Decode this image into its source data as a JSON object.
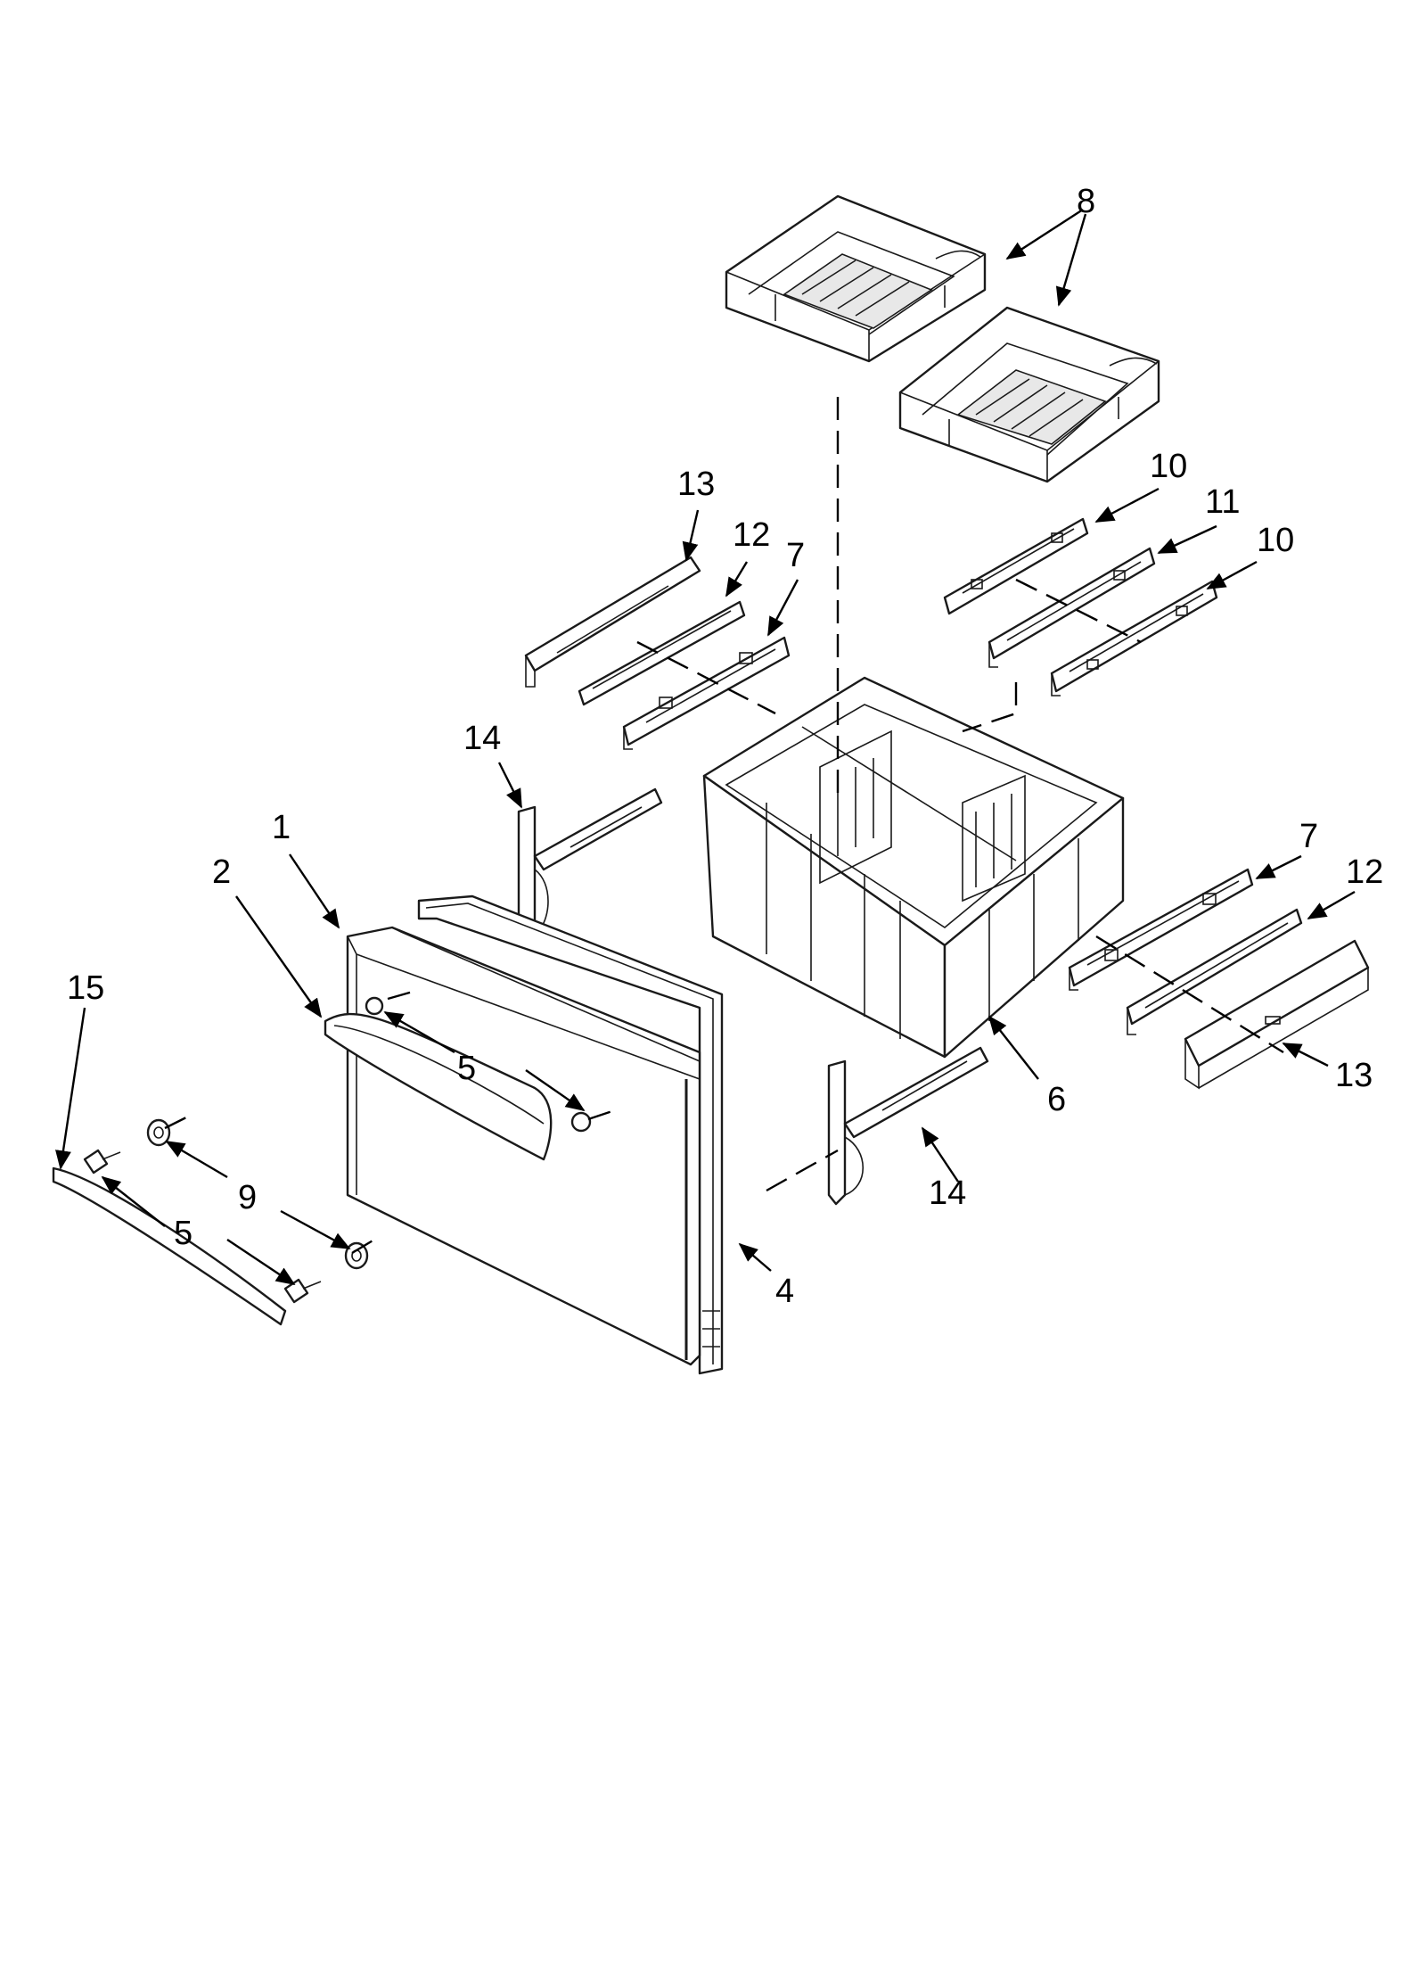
{
  "callouts": [
    {
      "id": "c8",
      "label": "8"
    },
    {
      "id": "c13a",
      "label": "13"
    },
    {
      "id": "c12a",
      "label": "12"
    },
    {
      "id": "c7a",
      "label": "7"
    },
    {
      "id": "c10a",
      "label": "10"
    },
    {
      "id": "c11",
      "label": "11"
    },
    {
      "id": "c10b",
      "label": "10"
    },
    {
      "id": "c14a",
      "label": "14"
    },
    {
      "id": "c1",
      "label": "1"
    },
    {
      "id": "c2",
      "label": "2"
    },
    {
      "id": "c7b",
      "label": "7"
    },
    {
      "id": "c12b",
      "label": "12"
    },
    {
      "id": "c15",
      "label": "15"
    },
    {
      "id": "c5a",
      "label": "5"
    },
    {
      "id": "c6",
      "label": "6"
    },
    {
      "id": "c13b",
      "label": "13"
    },
    {
      "id": "c9",
      "label": "9"
    },
    {
      "id": "c14b",
      "label": "14"
    },
    {
      "id": "c5b",
      "label": "5"
    },
    {
      "id": "c4",
      "label": "4"
    }
  ]
}
